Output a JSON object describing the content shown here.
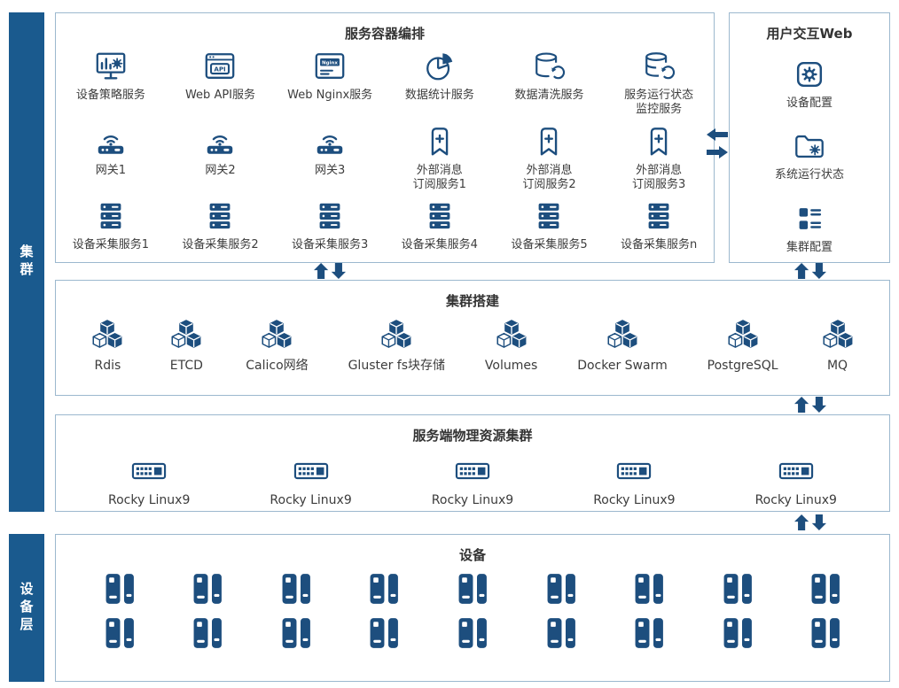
{
  "colors": {
    "icon": "#1d4e7e",
    "bar": "#1a5a8e",
    "border": "#9cb8ce"
  },
  "sidebars": {
    "cluster": "集群",
    "devices": "设备层"
  },
  "orchestration": {
    "title": "服务容器编排",
    "rows": [
      [
        {
          "icon": "monitor-gear",
          "label": "设备策略服务"
        },
        {
          "icon": "browser-api",
          "label": "Web API服务"
        },
        {
          "icon": "browser-nginx",
          "label": "Web Nginx服务"
        },
        {
          "icon": "pie-chart",
          "label": "数据统计服务"
        },
        {
          "icon": "db-clean",
          "label": "数据清洗服务"
        },
        {
          "icon": "db-monitor",
          "label": "服务运行状态\n监控服务"
        }
      ],
      [
        {
          "icon": "gateway",
          "label": "网关1"
        },
        {
          "icon": "gateway",
          "label": "网关2"
        },
        {
          "icon": "gateway",
          "label": "网关3"
        },
        {
          "icon": "bookmark-plus",
          "label": "外部消息\n订阅服务1"
        },
        {
          "icon": "bookmark-plus",
          "label": "外部消息\n订阅服务2"
        },
        {
          "icon": "bookmark-plus",
          "label": "外部消息\n订阅服务3"
        }
      ],
      [
        {
          "icon": "server-stack",
          "label": "设备采集服务1"
        },
        {
          "icon": "server-stack",
          "label": "设备采集服务2"
        },
        {
          "icon": "server-stack",
          "label": "设备采集服务3"
        },
        {
          "icon": "server-stack",
          "label": "设备采集服务4"
        },
        {
          "icon": "server-stack",
          "label": "设备采集服务5"
        },
        {
          "icon": "server-stack",
          "label": "设备采集服务n"
        }
      ]
    ]
  },
  "web_panel": {
    "title": "用户交互Web",
    "items": [
      {
        "icon": "gear-square",
        "label": "设备配置"
      },
      {
        "icon": "folder-gear",
        "label": "系统运行状态"
      },
      {
        "icon": "grid-config",
        "label": "集群配置"
      }
    ]
  },
  "cluster_setup": {
    "title": "集群搭建",
    "items": [
      {
        "icon": "cubes",
        "label": "Rdis"
      },
      {
        "icon": "cubes",
        "label": "ETCD"
      },
      {
        "icon": "cubes",
        "label": "Calico网络"
      },
      {
        "icon": "cubes",
        "label": "Gluster fs块存储"
      },
      {
        "icon": "cubes",
        "label": "Volumes"
      },
      {
        "icon": "cubes",
        "label": "Docker Swarm"
      },
      {
        "icon": "cubes",
        "label": "PostgreSQL"
      },
      {
        "icon": "cubes",
        "label": "MQ"
      }
    ]
  },
  "physical": {
    "title": "服务端物理资源集群",
    "items": [
      {
        "icon": "keyboard",
        "label": "Rocky Linux9"
      },
      {
        "icon": "keyboard",
        "label": "Rocky Linux9"
      },
      {
        "icon": "keyboard",
        "label": "Rocky Linux9"
      },
      {
        "icon": "keyboard",
        "label": "Rocky Linux9"
      },
      {
        "icon": "keyboard",
        "label": "Rocky Linux9"
      }
    ]
  },
  "devices": {
    "title": "设备",
    "items": [
      {
        "icon": "device"
      },
      {
        "icon": "device"
      },
      {
        "icon": "device"
      },
      {
        "icon": "device"
      },
      {
        "icon": "device"
      },
      {
        "icon": "device"
      },
      {
        "icon": "device"
      },
      {
        "icon": "device"
      },
      {
        "icon": "device"
      },
      {
        "icon": "device"
      },
      {
        "icon": "device"
      },
      {
        "icon": "device"
      },
      {
        "icon": "device"
      },
      {
        "icon": "device"
      },
      {
        "icon": "device"
      },
      {
        "icon": "device"
      },
      {
        "icon": "device"
      },
      {
        "icon": "device"
      }
    ]
  }
}
